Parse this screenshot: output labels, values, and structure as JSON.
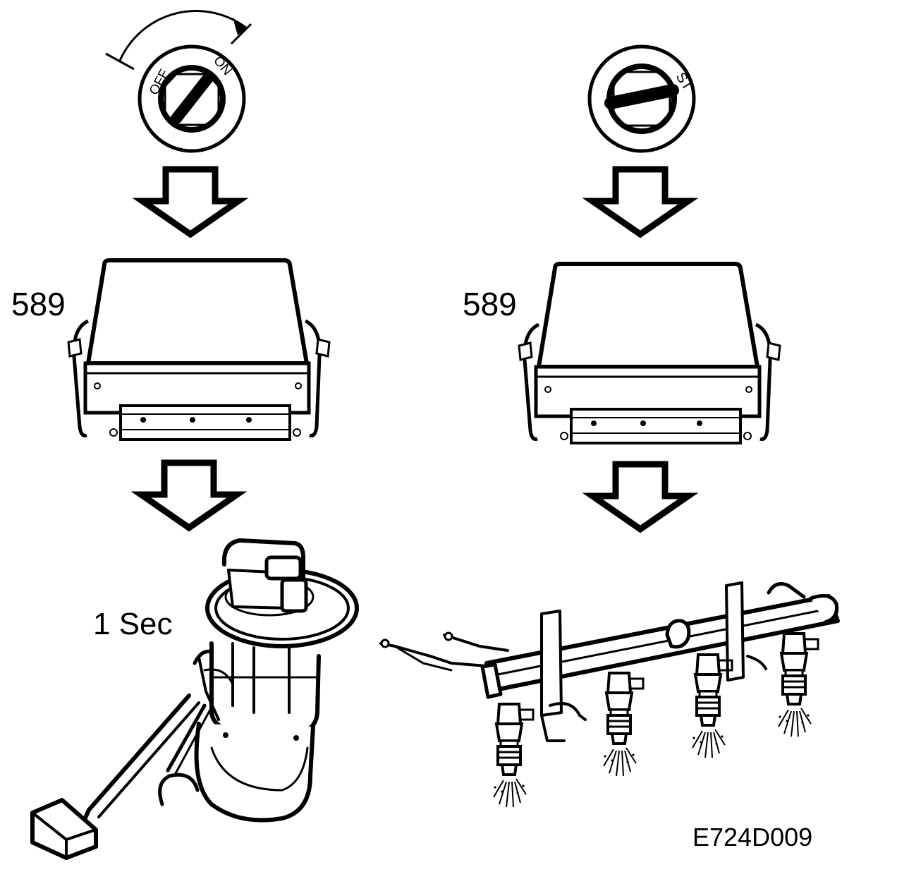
{
  "switch_left": {
    "off_label": "OFF",
    "on_label": "ON"
  },
  "switch_right": {
    "start_label": "ST"
  },
  "left_column": {
    "ecu_label": "589",
    "duration_label": "1 Sec"
  },
  "right_column": {
    "ecu_label": "589"
  },
  "figure_code": "E724D009",
  "colors": {
    "ink": "#000000",
    "paper": "#ffffff"
  }
}
